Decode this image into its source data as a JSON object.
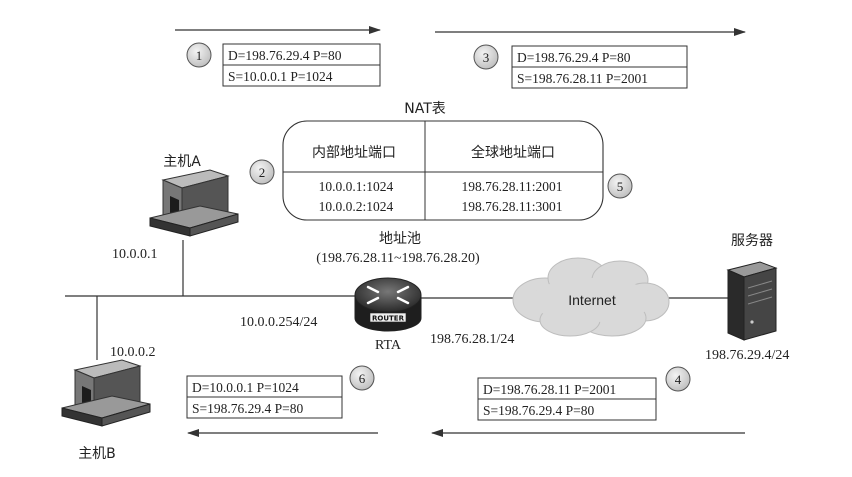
{
  "packets": {
    "p1": {
      "step": "1",
      "dst": "D=198.76.29.4 P=80",
      "src": "S=10.0.0.1 P=1024"
    },
    "p3": {
      "step": "3",
      "dst": "D=198.76.29.4 P=80",
      "src": "S=198.76.28.11 P=2001"
    },
    "p4": {
      "step": "4",
      "dst": "D=198.76.28.11 P=2001",
      "src": "S=198.76.29.4 P=80"
    },
    "p6": {
      "step": "6",
      "dst": "D=10.0.0.1 P=1024",
      "src": "S=198.76.29.4 P=80"
    }
  },
  "nat_table": {
    "title": "NAT表",
    "col_inside": "内部地址端口",
    "col_global": "全球地址端口",
    "rows": [
      {
        "inside": "10.0.0.1:1024",
        "global": "198.76.28.11:2001"
      },
      {
        "inside": "10.0.0.2:1024",
        "global": "198.76.28.11:3001"
      }
    ],
    "step_left": "2",
    "step_right": "5"
  },
  "pool": {
    "title": "地址池",
    "range": "(198.76.28.11~198.76.28.20)"
  },
  "hosts": {
    "a": {
      "name": "主机A",
      "ip": "10.0.0.1"
    },
    "b": {
      "name": "主机B",
      "ip": "10.0.0.2"
    },
    "server": {
      "name": "服务器",
      "ip": "198.76.29.4/24"
    }
  },
  "router": {
    "name": "RTA",
    "badge": "ROUTER",
    "inside_ip": "10.0.0.254/24",
    "outside_ip": "198.76.28.1/24"
  },
  "internet": {
    "label": "Internet"
  }
}
